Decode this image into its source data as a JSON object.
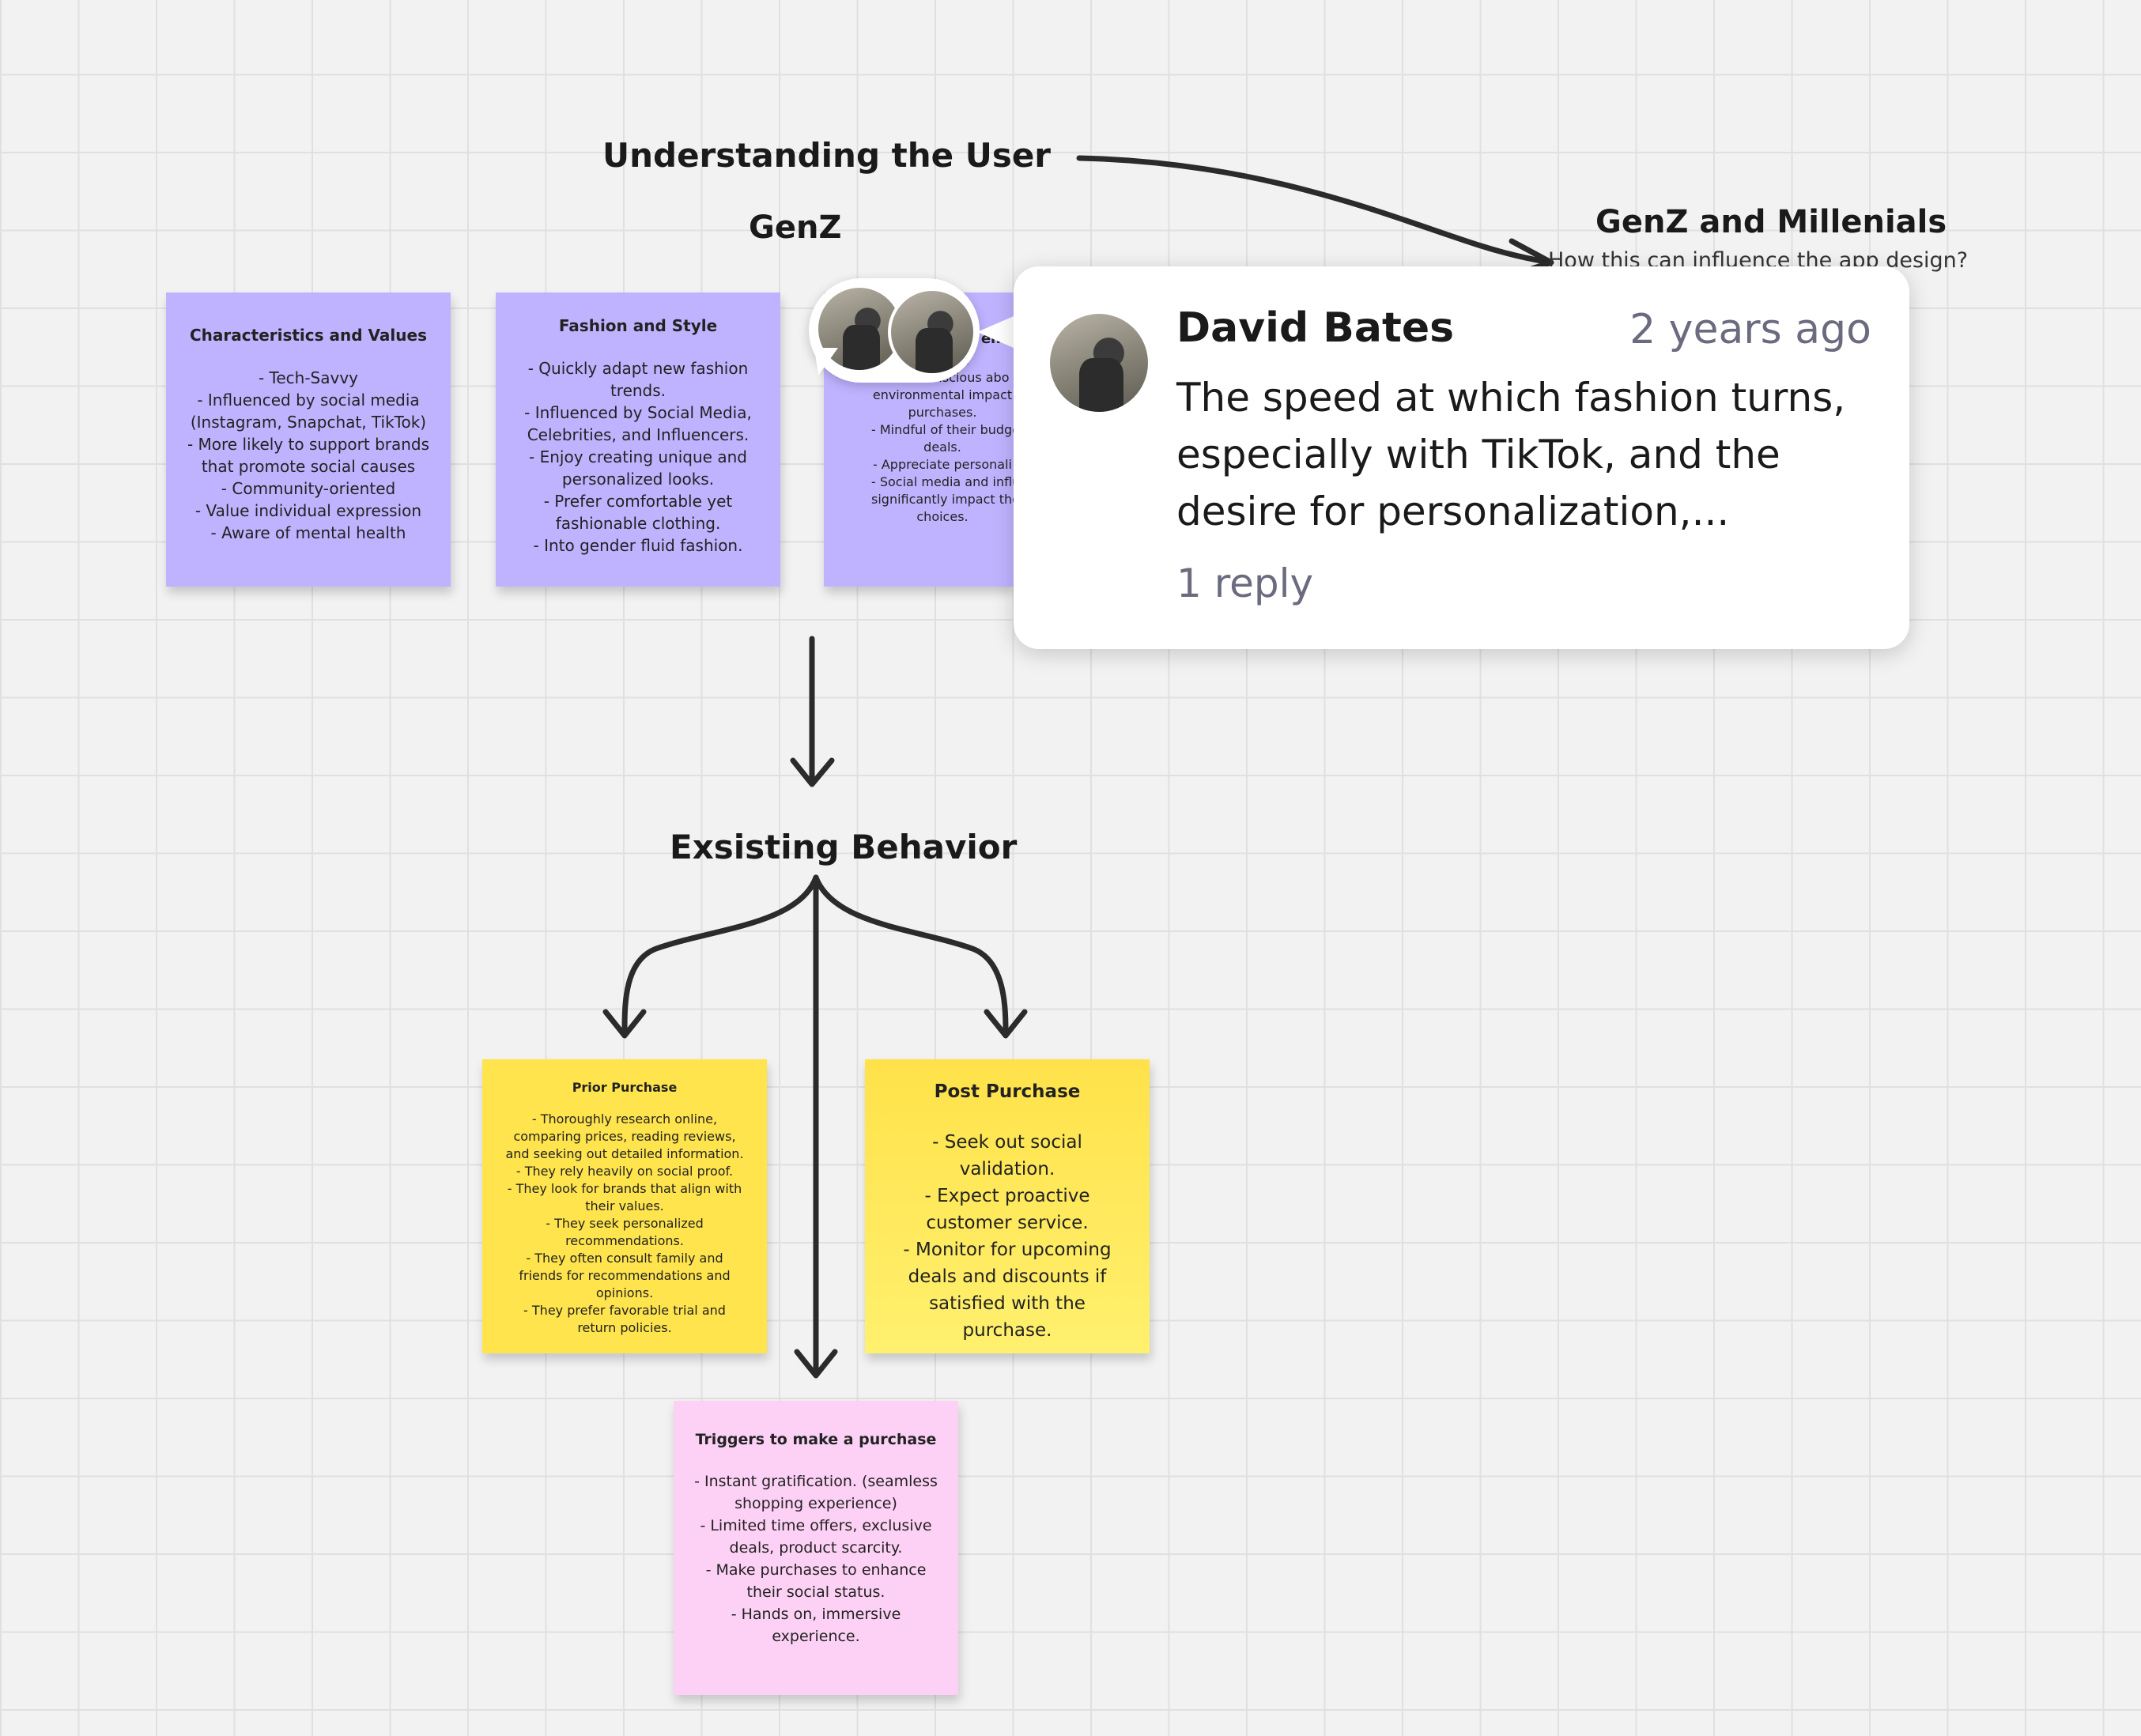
{
  "board": {
    "title": "Understanding the User",
    "section_genz": "GenZ",
    "section_genz_millenials": "GenZ and Millenials",
    "genz_millenials_subtitle": "How this can influence the app design?",
    "section_behavior": "Exsisting Behavior"
  },
  "notes": {
    "characteristics": {
      "title": "Characteristics and Values",
      "body": "- Tech-Savvy\n- Influenced by social media (Instagram, Snapchat, TikTok)\n- More likely to support brands that promote social causes\n- Community-oriented\n- Value individual expression\n- Aware of mental health"
    },
    "fashion": {
      "title": "Fashion and Style",
      "body": "- Quickly adapt new fashion trends.\n- Influenced by Social Media, Celebrities, and Influencers.\n- Enjoy creating unique and personalized looks.\n- Prefer comfortable yet fashionable clothing.\n- Into gender fluid fashion."
    },
    "shopping_partial": {
      "title": "eha",
      "body": "shop onl\n- More conscious abo\nenvironmental impact\npurchases.\n- Mindful of their budget a\ndeals.\n- Appreciate personali\n- Social media and influ\nsignificantly impact their\nchoices."
    },
    "prior_purchase": {
      "title": "Prior Purchase",
      "body": "- Thoroughly research online, comparing prices, reading reviews, and seeking out detailed information.\n- They rely heavily on social proof.\n- They look for brands that align with their values.\n- They seek personalized recommendations.\n- They often consult family and friends for recommendations and opinions.\n- They prefer favorable trial and return policies."
    },
    "post_purchase": {
      "title": "Post Purchase",
      "body": "- Seek out social validation.\n- Expect proactive customer service.\n- Monitor for upcoming deals and discounts if satisfied with the purchase."
    },
    "triggers": {
      "title": "Triggers to make a purchase",
      "body": "- Instant gratification. (seamless shopping experience)\n- Limited time offers, exclusive deals, product scarcity.\n- Make purchases to enhance their social status.\n- Hands on, immersive experience."
    }
  },
  "comment": {
    "author": "David Bates",
    "time": "2 years ago",
    "text": "The speed at which fashion turns, especially with TikTok, and the desire for personalization,...",
    "replies": "1 reply"
  },
  "icons": [
    "comment-thread-avatars",
    "author-avatar"
  ]
}
